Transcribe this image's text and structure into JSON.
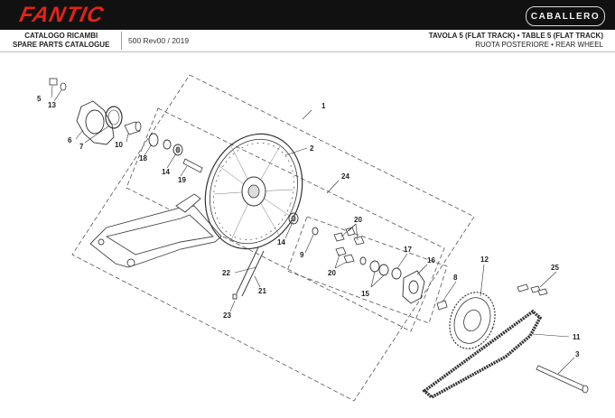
{
  "header": {
    "brand": "FANTIC",
    "badge": "CABALLERO",
    "catalog_it": "CATALOGO RICAMBI",
    "catalog_en": "SPARE PARTS CATALOGUE",
    "version": "500 Rev00 / 2019",
    "table_title": "TAVOLA 5 (FLAT TRACK) • TABLE 5 (FLAT TRACK)",
    "section_title": "RUOTA POSTERIORE • REAR WHEEL"
  },
  "colors": {
    "brand_red": "#e2231a",
    "bar": "#111111",
    "line": "#3a3a3a"
  },
  "callouts": {
    "c1": "1",
    "c2": "2",
    "c3": "3",
    "c4_5": "5",
    "c5_13": "13",
    "c6": "6",
    "c7": "7",
    "c8": "8",
    "c9": "9",
    "c10": "10",
    "c11": "11",
    "c12": "12",
    "c14a": "14",
    "c14b": "14",
    "c15": "15",
    "c16": "16",
    "c17": "17",
    "c18": "18",
    "c19": "19",
    "c20a": "20",
    "c20b": "20",
    "c21": "21",
    "c22": "22",
    "c23": "23",
    "c24": "24",
    "c25": "25"
  }
}
